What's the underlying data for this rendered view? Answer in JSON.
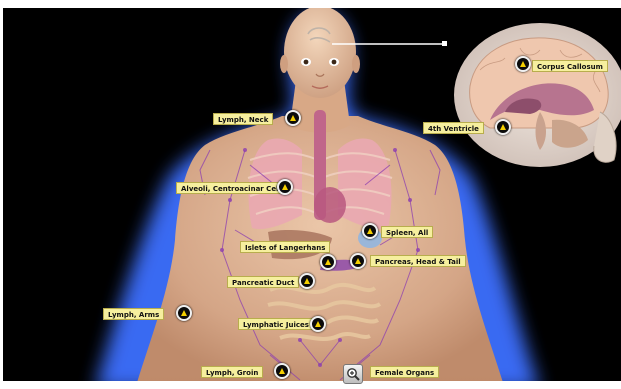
{
  "scene": {
    "background": "#000000",
    "label_bg": "#f6ef9e",
    "marker_color": "#f5d000",
    "glow_color": "#5a8fff"
  },
  "labels": {
    "corpus_callosum": "Corpus Callosum",
    "fourth_ventricle": "4th Ventricle",
    "lymph_neck": "Lymph, Neck",
    "alveoli": "Alveoli, Centroacinar Cells",
    "spleen": "Spleen, All",
    "islets": "Islets of Langerhans",
    "pancreas": "Pancreas, Head & Tail",
    "pancreatic_duct": "Pancreatic Duct",
    "lymph_arms": "Lymph, Arms",
    "lymphatic_juices": "Lymphatic Juices",
    "lymph_groin": "Lymph, Groin",
    "female_organs": "Female Organs"
  },
  "icons": {
    "marker": "triangle-up-icon",
    "zoom": "zoom-in-icon"
  }
}
